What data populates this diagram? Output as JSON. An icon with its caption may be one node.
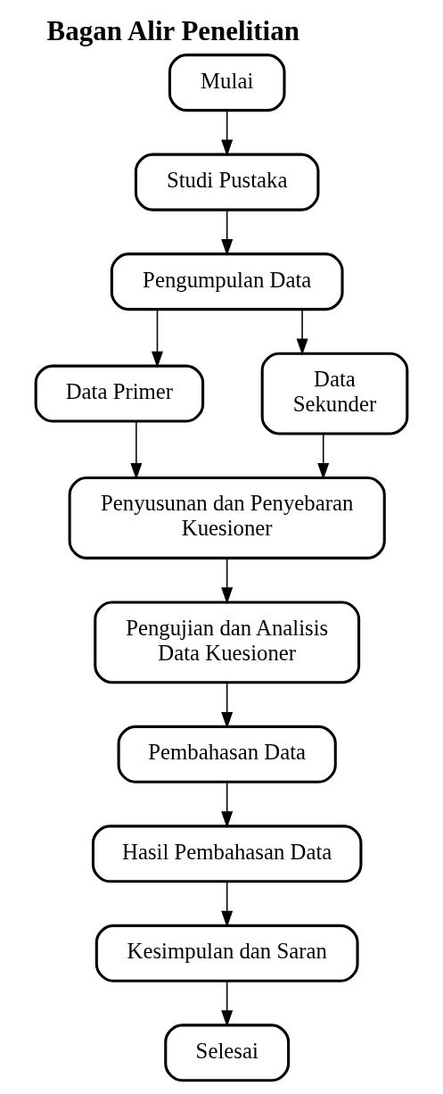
{
  "diagram": {
    "title": "Bagan Alir Penelitian",
    "nodes": [
      {
        "text": [
          "Mulai"
        ]
      },
      {
        "text": [
          "Studi Pustaka"
        ]
      },
      {
        "text": [
          "Pengumpulan Data"
        ]
      },
      {
        "text": [
          "Data Primer"
        ]
      },
      {
        "text": [
          "Data Sekunder"
        ]
      },
      {
        "text": [
          "Penyusunan dan Penyebaran Kuesioner"
        ]
      },
      {
        "text": [
          "Pengujian dan Analisis Data Kuesioner"
        ]
      },
      {
        "text": [
          "Pembahasan Data"
        ]
      },
      {
        "text": [
          "Hasil Pembahasan Data"
        ]
      },
      {
        "text": [
          "Kesimpulan dan Saran"
        ]
      },
      {
        "text": [
          "Selesai"
        ]
      }
    ],
    "edges": [
      {
        "from": 0,
        "to": 1,
        "arrow": "to"
      },
      {
        "from": 1,
        "to": 2,
        "arrow": "to"
      },
      {
        "from": 2,
        "to": 3,
        "arrow": "to"
      },
      {
        "from": 2,
        "to": 4,
        "arrow": "to"
      },
      {
        "from": 3,
        "to": 5,
        "arrow": "to"
      },
      {
        "from": 4,
        "to": 5,
        "arrow": "to"
      },
      {
        "from": 5,
        "to": 6,
        "arrow": "to"
      },
      {
        "from": 6,
        "to": 7,
        "arrow": "to"
      },
      {
        "from": 7,
        "to": 8,
        "arrow": "to"
      },
      {
        "from": 8,
        "to": 9,
        "arrow": "to"
      },
      {
        "from": 9,
        "to": 10,
        "arrow": "to"
      }
    ]
  }
}
